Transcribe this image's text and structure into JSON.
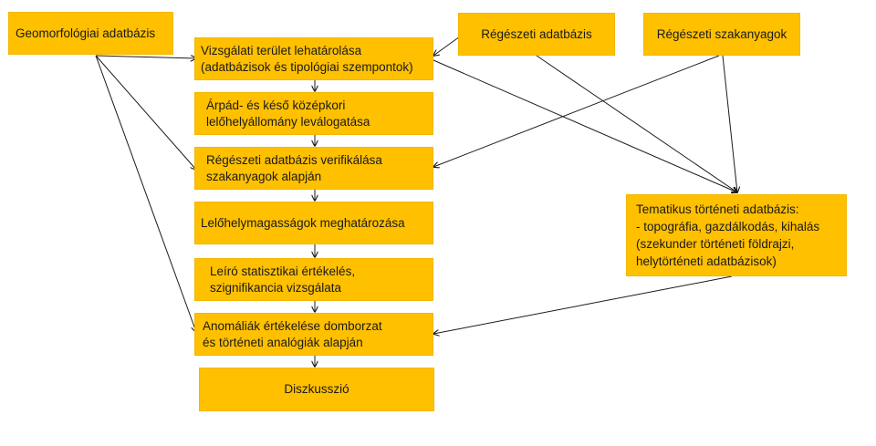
{
  "diagram": {
    "colors": {
      "box_fill": "#ffc000",
      "arrow": "#1a1a1a"
    },
    "nodes": [
      {
        "id": "geo",
        "label": "Geomorfológiai adatbázis"
      },
      {
        "id": "study",
        "label": "Vizsgálati terület lehatárolása\n(adatbázisok és tipológiai szempontok)"
      },
      {
        "id": "rdb",
        "label": "Régészeti adatbázis"
      },
      {
        "id": "lit",
        "label": "Régészeti szakanyagok"
      },
      {
        "id": "arpad",
        "label": "Árpád- és késő középkori\nlelőhelyállomány leválogatása"
      },
      {
        "id": "verify",
        "label": "Régészeti adatbázis verifikálása\nszakanyagok alapján"
      },
      {
        "id": "elev",
        "label": "Lelőhelymagasságok meghatározása"
      },
      {
        "id": "stat",
        "label": "Leíró statisztikai értékelés,\nszignifikancia vizsgálata"
      },
      {
        "id": "anom",
        "label": "Anomáliák értékelése domborzat\nés történeti analógiák alapján"
      },
      {
        "id": "disc",
        "label": "Diszkusszió"
      },
      {
        "id": "them",
        "label": "Tematikus történeti adatbázis:\n- topográfia, gazdálkodás, kihalás\n(szekunder történeti földrajzi,\nhelytörténeti adatbázisok)"
      }
    ],
    "edges": [
      {
        "from": "geo",
        "to": "study"
      },
      {
        "from": "geo",
        "to": "verify"
      },
      {
        "from": "geo",
        "to": "anom"
      },
      {
        "from": "rdb",
        "to": "study"
      },
      {
        "from": "rdb",
        "to": "them"
      },
      {
        "from": "study",
        "to": "them"
      },
      {
        "from": "lit",
        "to": "verify"
      },
      {
        "from": "lit",
        "to": "them"
      },
      {
        "from": "study",
        "to": "arpad"
      },
      {
        "from": "arpad",
        "to": "verify"
      },
      {
        "from": "verify",
        "to": "elev"
      },
      {
        "from": "elev",
        "to": "stat"
      },
      {
        "from": "stat",
        "to": "anom"
      },
      {
        "from": "anom",
        "to": "disc"
      },
      {
        "from": "them",
        "to": "anom"
      }
    ]
  }
}
